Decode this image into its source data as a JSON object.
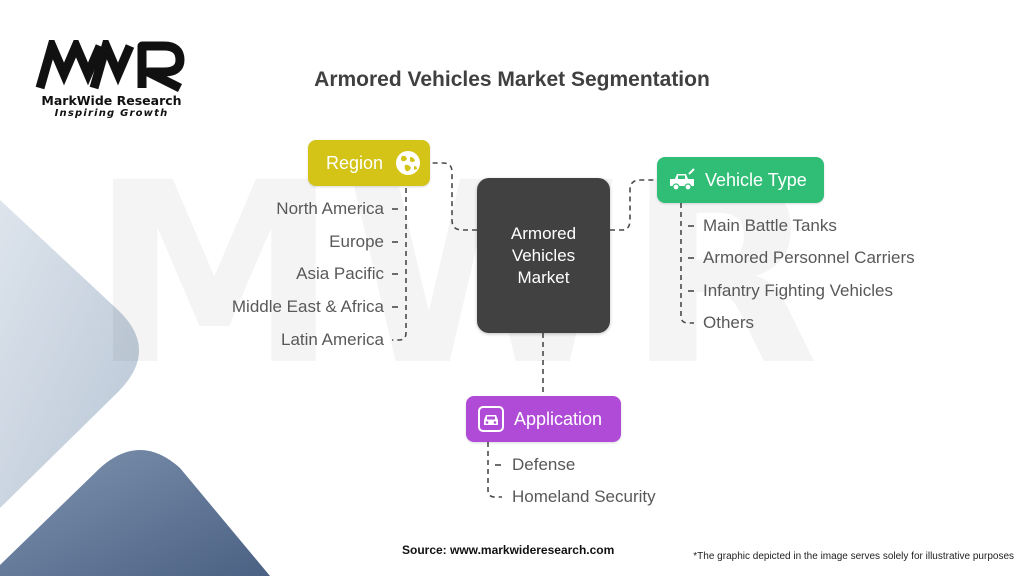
{
  "logo": {
    "mark_text": "MWR",
    "name": "MarkWide Research",
    "tagline": "Inspiring Growth"
  },
  "watermark": {
    "text": "MWR"
  },
  "title": "Armored Vehicles Market Segmentation",
  "center": {
    "label": "Armored\nVehicles\nMarket"
  },
  "segments": {
    "region": {
      "label": "Region",
      "icon": "globe-icon",
      "color": "#d4c418",
      "items": [
        "North America",
        "Europe",
        "Asia Pacific",
        "Middle East & Africa",
        "Latin America"
      ]
    },
    "vehicle_type": {
      "label": "Vehicle Type",
      "icon": "vehicle-icon",
      "color": "#30be76",
      "items": [
        "Main Battle Tanks",
        "Armored Personnel Carriers",
        "Infantry Fighting Vehicles",
        "Others"
      ]
    },
    "application": {
      "label": "Application",
      "icon": "car-icon",
      "color": "#b04bd8",
      "items": [
        "Defense",
        "Homeland Security"
      ]
    }
  },
  "colors": {
    "center_box": "#414141",
    "connector": "#4a4a4a",
    "text": "#595959",
    "decor_light": "#cfd8e3",
    "decor_dark": "#5b7191"
  },
  "footer": {
    "source": "Source: www.markwideresearch.com",
    "note": "*The graphic depicted in the image serves solely for illustrative purposes"
  }
}
